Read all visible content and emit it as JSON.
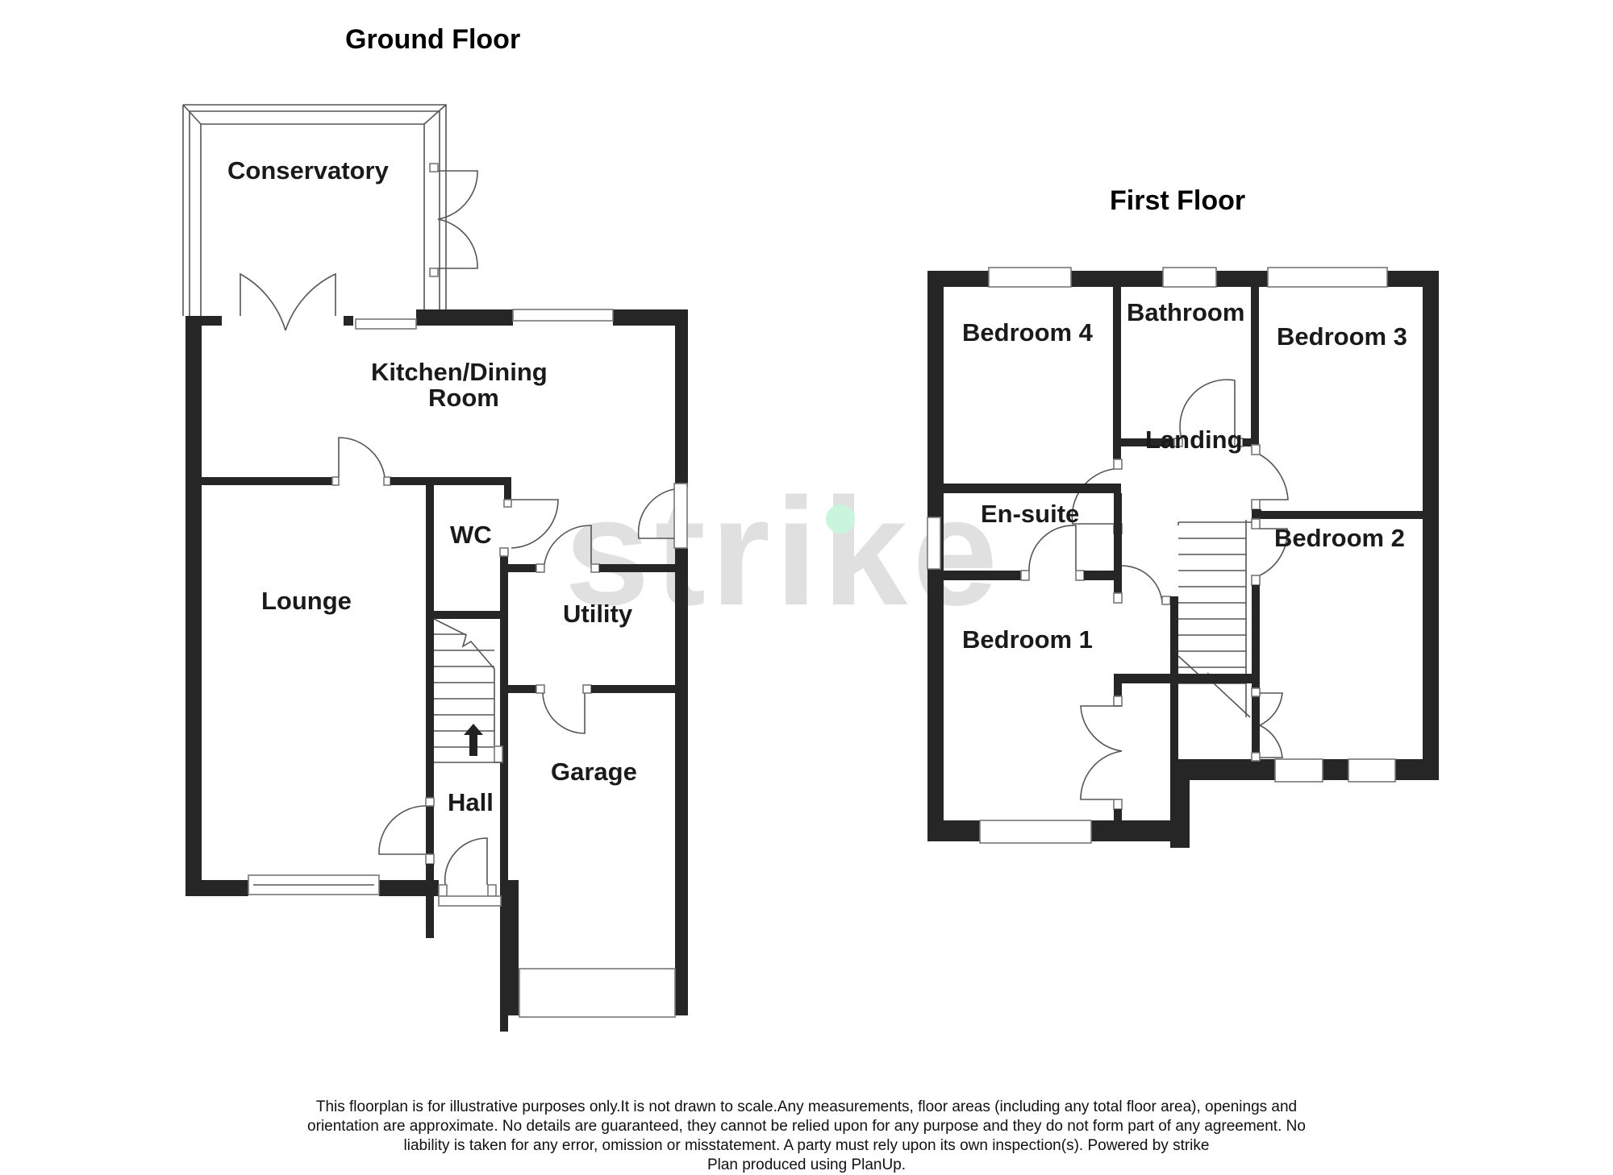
{
  "watermark": {
    "text": "strike",
    "dot_color": "#c9f5dd",
    "text_color": "#e0e0e0"
  },
  "ground_floor": {
    "title": "Ground Floor",
    "rooms": {
      "conservatory": "Conservatory",
      "kitchen_line1": "Kitchen/Dining",
      "kitchen_line2": "Room",
      "wc": "WC",
      "lounge": "Lounge",
      "utility": "Utility",
      "hall": "Hall",
      "garage": "Garage"
    }
  },
  "first_floor": {
    "title": "First Floor",
    "rooms": {
      "bedroom4": "Bedroom 4",
      "bathroom": "Bathroom",
      "bedroom3": "Bedroom 3",
      "landing": "Landing",
      "ensuite": "En-suite",
      "bedroom2": "Bedroom 2",
      "bedroom1": "Bedroom 1"
    }
  },
  "disclaimer": {
    "line1": "This floorplan is for illustrative purposes only.It is not drawn to scale.Any measurements, floor areas (including any total floor area), openings and",
    "line2": "orientation are approximate. No details are guaranteed, they cannot be relied upon for any purpose and they do not form part of any agreement. No",
    "line3": "liability is taken for any error, omission or misstatement. A party must rely upon its own inspection(s). Powered by strike",
    "line4": "Plan produced using PlanUp."
  }
}
